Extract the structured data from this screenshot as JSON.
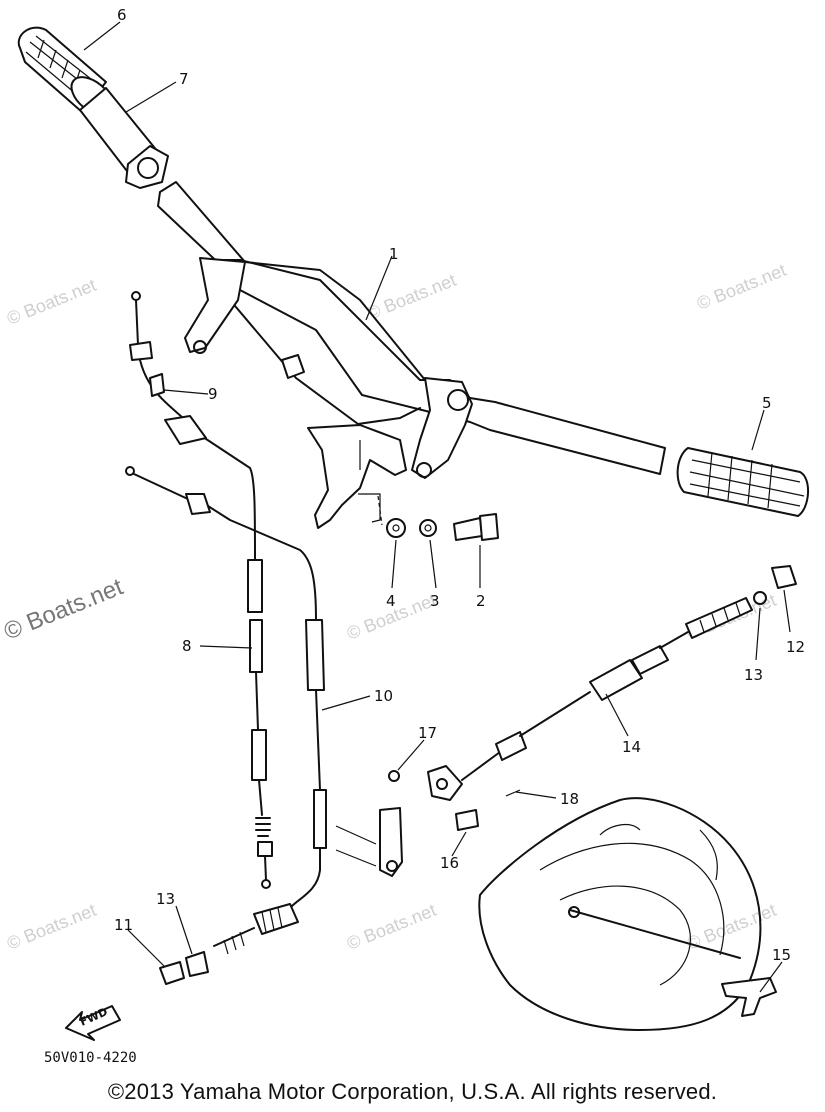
{
  "callouts": {
    "c1": "1",
    "c2": "2",
    "c3": "3",
    "c4": "4",
    "c5": "5",
    "c6": "6",
    "c7": "7",
    "c8": "8",
    "c9": "9",
    "c10": "10",
    "c11": "11",
    "c12": "12",
    "c13a": "13",
    "c13b": "13",
    "c14": "14",
    "c15": "15",
    "c16": "16",
    "c17": "17",
    "c18": "18"
  },
  "fwd_label": "FWD",
  "diagram_code": "50V010-4220",
  "watermark": "© Boats.net",
  "copyright": "©2013 Yamaha Motor Corporation, U.S.A. All rights reserved."
}
